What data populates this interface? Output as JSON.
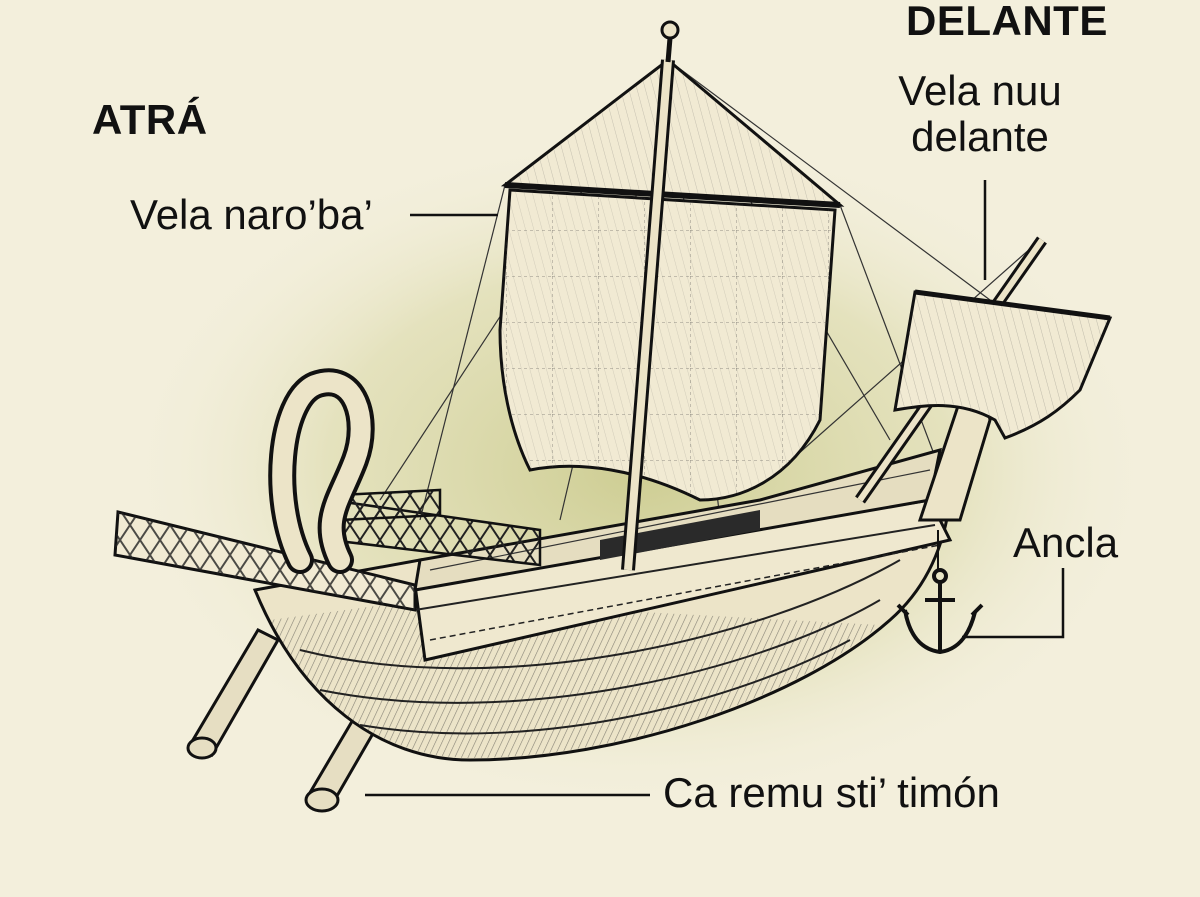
{
  "headers": {
    "back": "ATRÁ",
    "front": "DELANTE"
  },
  "callouts": {
    "main_sail": "Vela naro’ba’",
    "foresail_line1": "Vela nuu",
    "foresail_line2": "delante",
    "anchor": "Ancla",
    "steering_oar": "Ca remu sti’ timón"
  },
  "colors": {
    "background": "#f3efdc",
    "glow": "#c9c98a",
    "ink": "#111111",
    "wood": "#ece4c8",
    "sail": "#f1ead3"
  }
}
